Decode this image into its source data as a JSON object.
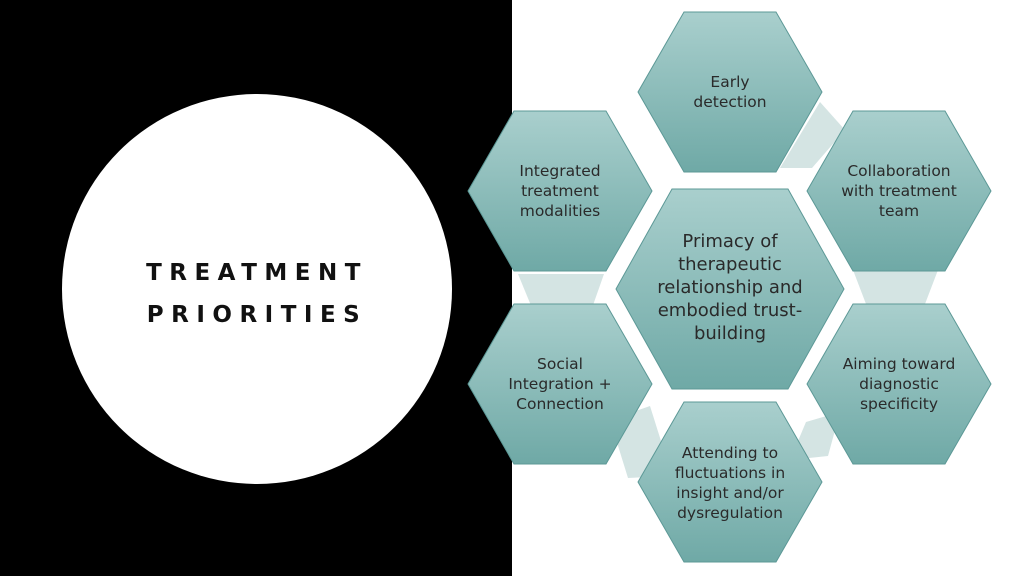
{
  "slide": {
    "title_lines": [
      "TREATMENT",
      "PRIORITIES"
    ],
    "colors": {
      "left_panel": "#000000",
      "circle": "#ffffff",
      "hex_fill_light": "#a9cfcd",
      "hex_fill_dark": "#6fa9a6",
      "hex_stroke": "#5c9896",
      "connector": "#d4e4e3"
    }
  },
  "hexagons": {
    "center": {
      "lines": [
        "Primacy of",
        "therapeutic",
        "relationship and",
        "embodied trust-",
        "building"
      ]
    },
    "top": {
      "lines": [
        "Early",
        "detection"
      ]
    },
    "upper_right": {
      "lines": [
        "Collaboration",
        "with treatment",
        "team"
      ]
    },
    "lower_right": {
      "lines": [
        "Aiming toward",
        "diagnostic",
        "specificity"
      ]
    },
    "bottom": {
      "lines": [
        "Attending to",
        "fluctuations in",
        "insight and/or",
        "dysregulation"
      ]
    },
    "lower_left": {
      "lines": [
        "Social",
        "Integration +",
        "Connection"
      ]
    },
    "upper_left": {
      "lines": [
        "Integrated",
        "treatment",
        "modalities"
      ]
    }
  }
}
